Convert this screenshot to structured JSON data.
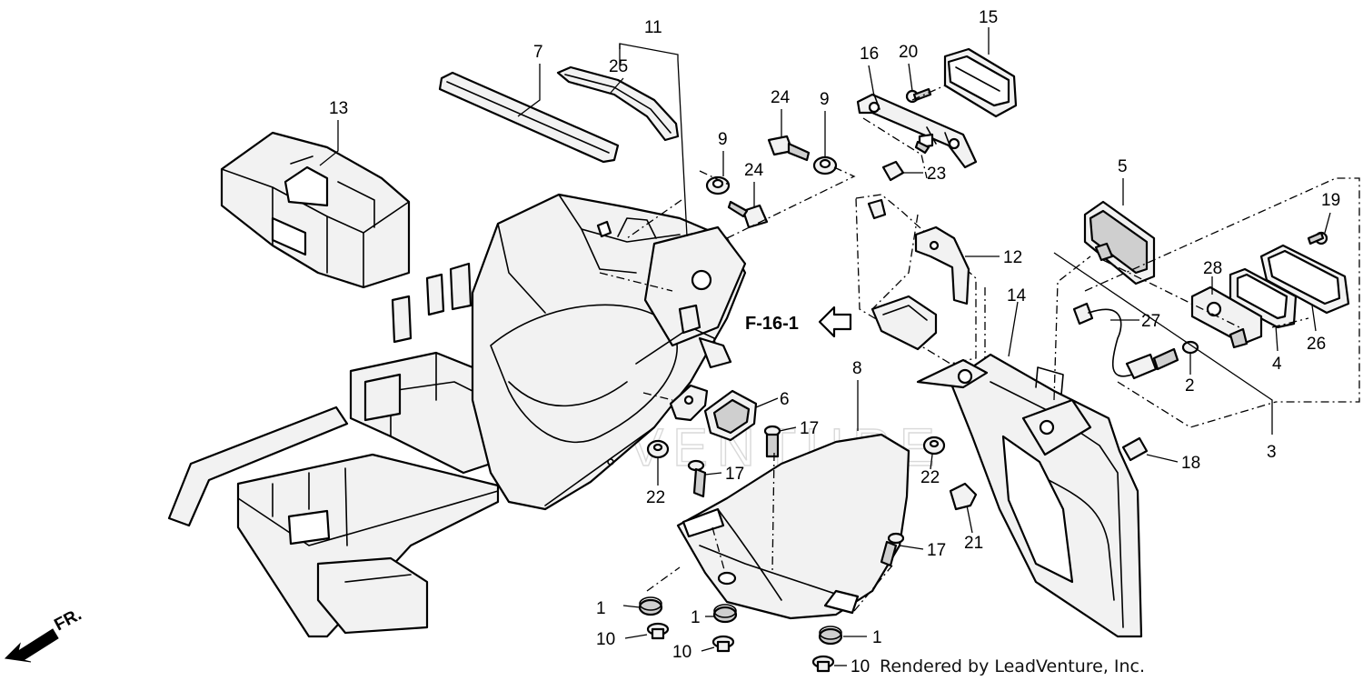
{
  "callouts": {
    "c11": "11",
    "c15": "15",
    "c7": "7",
    "c25": "25",
    "c20": "20",
    "c16": "16",
    "c13": "13",
    "c24a": "24",
    "c9a": "9",
    "c9b": "9",
    "c24b": "24",
    "c23": "23",
    "c5": "5",
    "c19": "19",
    "c12": "12",
    "c28": "28",
    "c14": "14",
    "c27": "27",
    "c26": "26",
    "c4": "4",
    "c2": "2",
    "c8": "8",
    "c6": "6",
    "c17a": "17",
    "c17b": "17",
    "c18": "18",
    "c3": "3",
    "c22a": "22",
    "c22b": "22",
    "c21": "21",
    "c17c": "17",
    "c1a": "1",
    "c1b": "1",
    "c1c": "1",
    "c10a": "10",
    "c10b": "10",
    "c10c": "10"
  },
  "reference": "F-16-1",
  "direction_label": "FR.",
  "credit": "Rendered by LeadVenture, Inc.",
  "watermark": "LEADVENTURE",
  "colors": {
    "line": "#000000",
    "fill": "#f2f2f2",
    "shade": "#cfcfcf",
    "watermark": "#d9d9d9"
  }
}
